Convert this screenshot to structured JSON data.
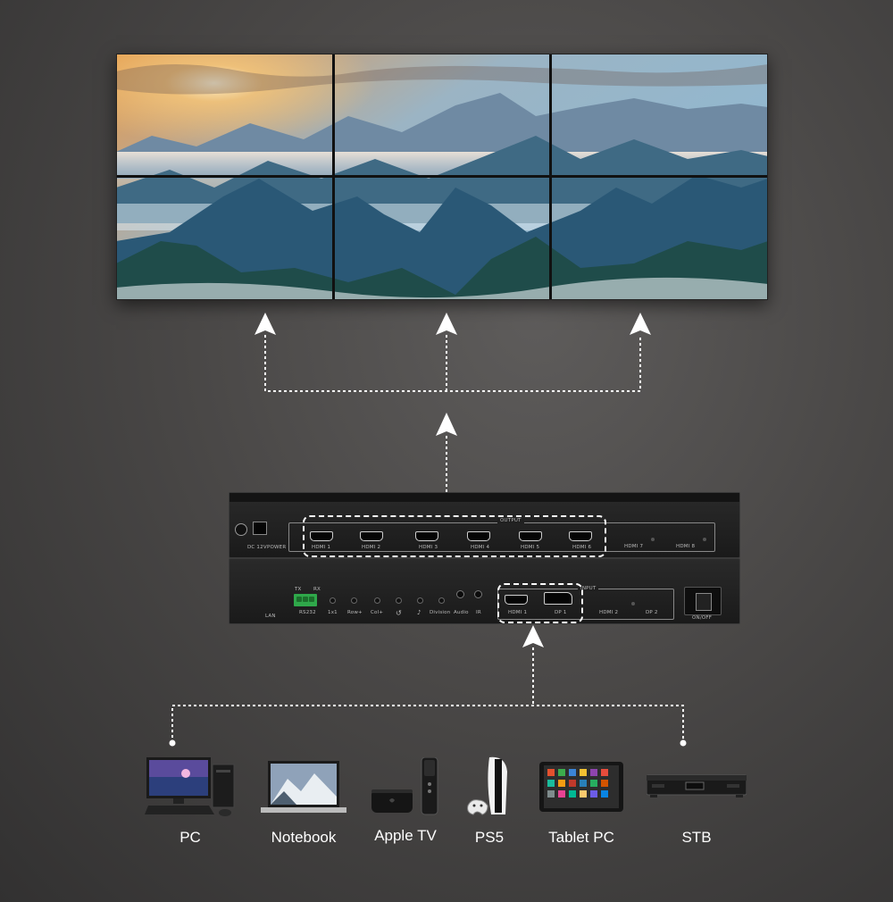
{
  "device": {
    "top_panel": {
      "power_label": "DC 12V",
      "power_text": "POWER",
      "output_title": "OUTPUT",
      "outputs": [
        "HDMI 1",
        "HDMI 2",
        "HDMI 3",
        "HDMI 4",
        "HDMI 5",
        "HDMI 6",
        "HDMI 7",
        "HDMI 8"
      ]
    },
    "bottom_panel": {
      "lan": "LAN",
      "rs232": "RS232",
      "rs232_tx": "TX",
      "rs232_rx": "RX",
      "buttons": [
        "1x1",
        "Row+",
        "Col+",
        "↺",
        "♪",
        "Division",
        "Audio",
        "IR"
      ],
      "input_title": "INPUT",
      "inputs": [
        "HDMI 1",
        "DP 1",
        "HDMI 2",
        "DP 2"
      ],
      "switch": "ON/OFF"
    }
  },
  "sources": [
    {
      "label": "PC",
      "icon": "desktop-pc-icon"
    },
    {
      "label": "Notebook",
      "icon": "laptop-icon"
    },
    {
      "label": "Apple TV",
      "icon": "apple-tv-icon"
    },
    {
      "label": "PS5",
      "icon": "game-console-icon"
    },
    {
      "label": "Tablet PC",
      "icon": "tablet-icon"
    },
    {
      "label": "STB",
      "icon": "set-top-box-icon"
    }
  ],
  "colors": {
    "background": "#4a4847",
    "rs232_terminal": "#2fa84a",
    "arrows": "#ffffff"
  }
}
